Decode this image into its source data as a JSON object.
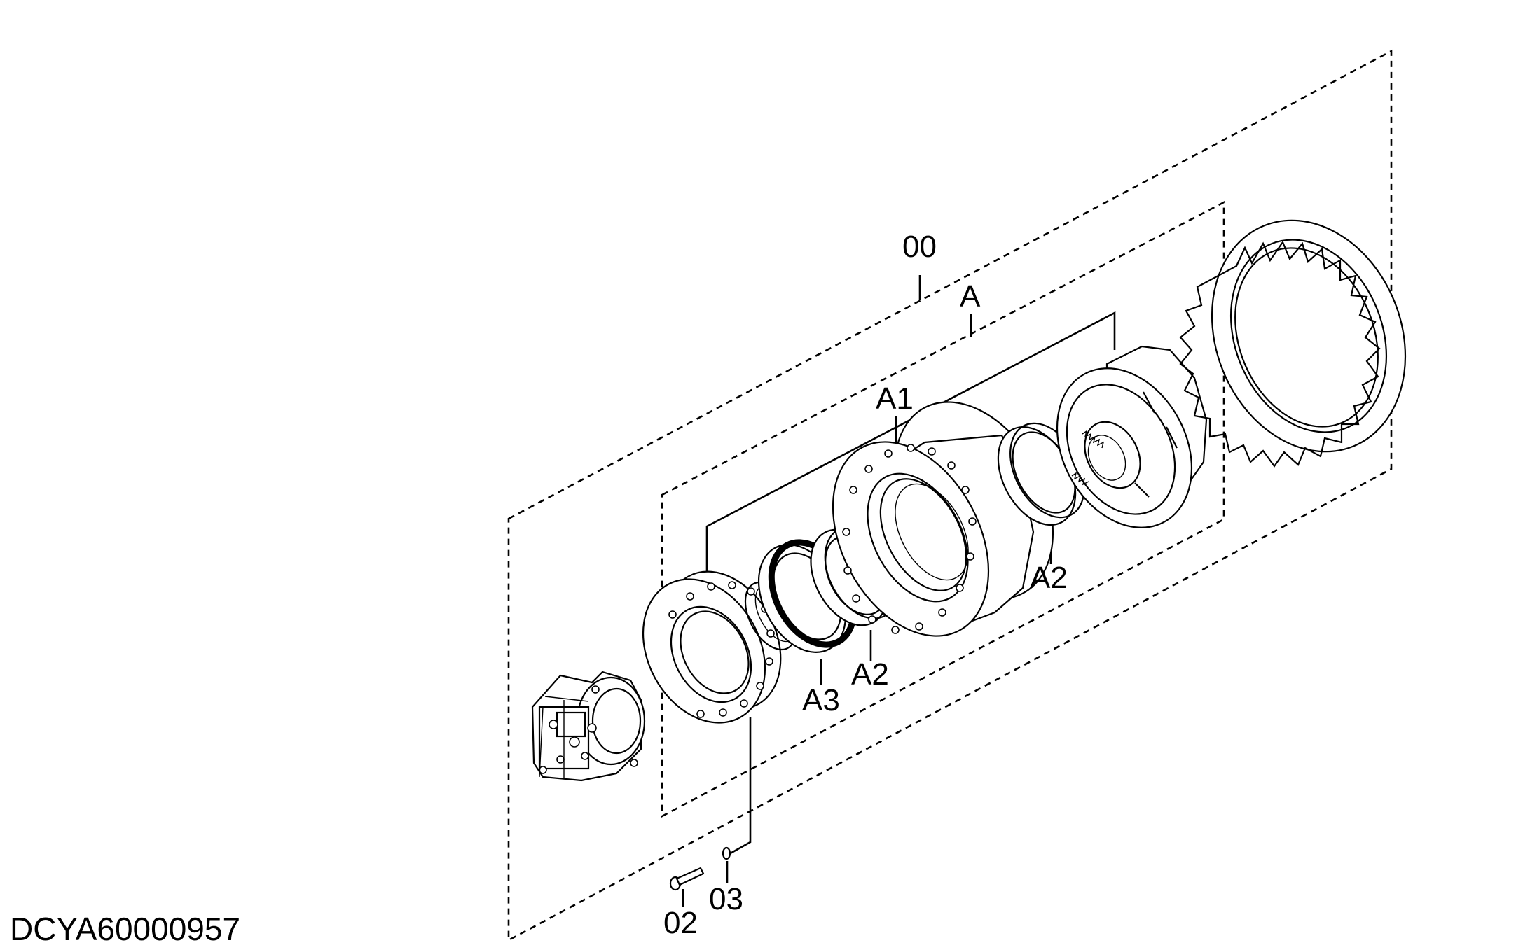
{
  "drawing_code": "DCYA60000957",
  "labels": {
    "assembly_00": "00",
    "group_a": "A",
    "part_a1": "A1",
    "part_a2_right": "A2",
    "part_a2_left": "A2",
    "part_a3": "A3",
    "part_02": "02",
    "part_03": "03"
  }
}
